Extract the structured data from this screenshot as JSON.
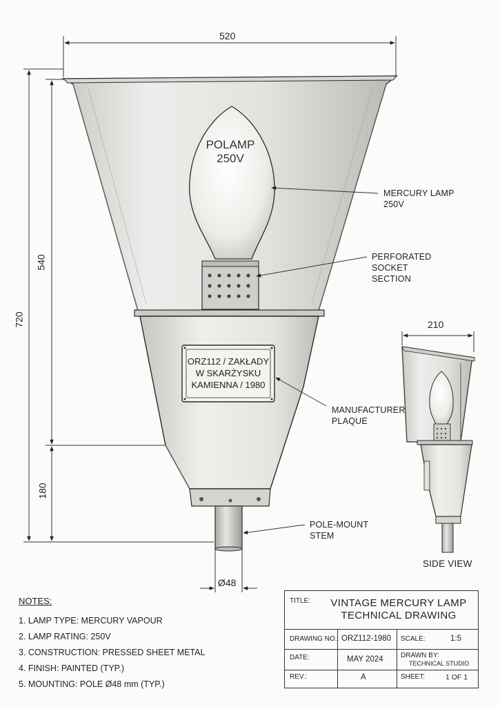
{
  "dimensions": {
    "overall_width": "520",
    "overall_height": "720",
    "shade_height": "540",
    "base_height": "180",
    "stem_diameter": "Ø48",
    "side_width": "210"
  },
  "bulb_text": {
    "line1": "POLAMP",
    "line2": "250V"
  },
  "plaque_text": {
    "line1": "ORZ112 / ZAKŁADY",
    "line2": "W SKARŻYSKU",
    "line3": "KAMIENNA / 1980"
  },
  "callouts": {
    "mercury_lamp": [
      "MERCURY LAMP",
      "250V"
    ],
    "perforated_socket": [
      "PERFORATED",
      "SOCKET",
      "SECTION"
    ],
    "manufacturer_plaque": [
      "MANUFACTURER",
      "PLAQUE"
    ],
    "pole_mount": [
      "POLE-MOUNT",
      "STEM"
    ]
  },
  "side_view_label": "SIDE VIEW",
  "notes": {
    "title": "NOTES:",
    "items": [
      "1.  LAMP TYPE: MERCURY VAPOUR",
      "2.  LAMP RATING: 250V",
      "3.  CONSTRUCTION: PRESSED SHEET METAL",
      "4.  FINISH: PAINTED (TYP.)",
      "5.  MOUNTING: POLE Ø48 mm (TYP.)"
    ]
  },
  "title_block": {
    "title_label": "TITLE:",
    "title_line1": "VINTAGE MERCURY LAMP",
    "title_line2": "TECHNICAL DRAWING",
    "drawing_no_label": "DRAWING NO.:",
    "drawing_no": "ORZ112-1980",
    "scale_label": "SCALE:",
    "scale": "1:5",
    "date_label": "DATE:",
    "date": "MAY 2024",
    "drawn_by_label": "DRAWN BY:",
    "drawn_by": "TECHNICAL STUDIO",
    "rev_label": "REV.:",
    "rev": "A",
    "sheet_label": "SHEET:",
    "sheet": "1 OF 1"
  },
  "colors": {
    "line": "#2a2a2a",
    "metal": "#d9d9d6",
    "bulb": "#f2f2ee",
    "paper": "#fbfbf9"
  }
}
